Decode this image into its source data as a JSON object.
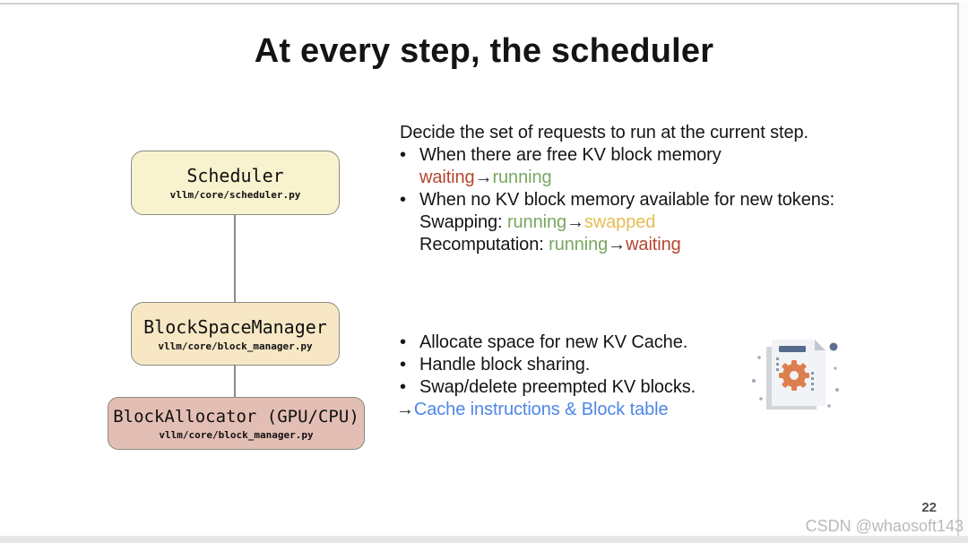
{
  "slide": {
    "title": "At every step, the scheduler",
    "page_number": "22",
    "watermark": "CSDN @whaosoft143"
  },
  "glyphs": {
    "bullet": "•",
    "arrow": "→"
  },
  "colors": {
    "waiting_red": "#b5452f",
    "running_green": "#78a75f",
    "swapped_gold": "#e6bd55",
    "link_blue": "#4e86e8",
    "box_scheduler_fill": "#f9f2cf",
    "box_blockspace_fill": "#f7e7c5",
    "box_allocator_fill": "#e3beb4",
    "box_border": "#8a8a80",
    "gear_orange": "#dd7e4e",
    "doc_slate": "#566a8c"
  },
  "diagram": {
    "boxes": [
      {
        "title": "Scheduler",
        "path": "vllm/core/scheduler.py"
      },
      {
        "title": "BlockSpaceManager",
        "path": "vllm/core/block_manager.py"
      },
      {
        "title": "BlockAllocator (GPU/CPU)",
        "path": "vllm/core/block_manager.py"
      }
    ]
  },
  "scheduler_notes": {
    "intro": "Decide the set of requests to run at the current step.",
    "free_memory_bullet": "When there are free KV block memory",
    "free_from": "waiting",
    "free_to": "running",
    "no_memory_bullet": "When no KV block memory available for new tokens:",
    "swapping_label": "Swapping: ",
    "swapping_from": "running",
    "swapping_to": "swapped",
    "recompute_label": "Recomputation: ",
    "recompute_from": "running",
    "recompute_to": "waiting"
  },
  "allocator_notes": {
    "bullets": [
      "Allocate space for new KV Cache.",
      "Handle block sharing.",
      "Swap/delete preempted KV blocks."
    ],
    "link_text": "Cache instructions & Block table"
  },
  "icon": {
    "name": "document-gear-icon"
  }
}
